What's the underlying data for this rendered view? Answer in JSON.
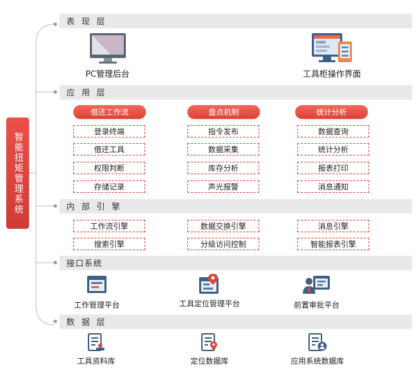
{
  "root": {
    "label": "智能扭矩管理系统"
  },
  "layers": {
    "presentation": {
      "title": "表 现 层",
      "items": [
        "PC管理后台",
        "工具柜操作界面"
      ]
    },
    "application": {
      "title": "应 用 层",
      "groups": [
        {
          "title": "借还工作流",
          "items": [
            "登录终端",
            "借还工具",
            "权限判断",
            "存储记录"
          ]
        },
        {
          "title": "盘点机制",
          "items": [
            "指令发布",
            "数据采集",
            "库存分析",
            "声光报警"
          ]
        },
        {
          "title": "统计分析",
          "items": [
            "数据查询",
            "统计分析",
            "报表打印",
            "消息通知"
          ]
        }
      ]
    },
    "engine": {
      "title": "内 部 引 擎",
      "items": [
        "工作流引擎",
        "数据交换引擎",
        "消息引擎",
        "搜索引擎",
        "分级访问控制",
        "智能报表引擎"
      ]
    },
    "interface": {
      "title": "接口系统",
      "items": [
        "工作管理平台",
        "工具定位管理平台",
        "前置审批平台"
      ]
    },
    "data": {
      "title": "数 据 层",
      "items": [
        "工具资料库",
        "定位数据库",
        "应用系统数据库"
      ]
    }
  },
  "colors": {
    "accent": "#de3f35",
    "band": "#e9e9e9",
    "icon_blue": "#3f5f87"
  },
  "icons": {
    "presentation": [
      "monitor-icon",
      "kiosk-screen-icon"
    ],
    "interface": [
      "platform-window-icon",
      "location-window-icon",
      "approval-user-icon"
    ],
    "data": [
      "document-stamp-icon",
      "document-location-icon",
      "document-user-icon"
    ]
  }
}
